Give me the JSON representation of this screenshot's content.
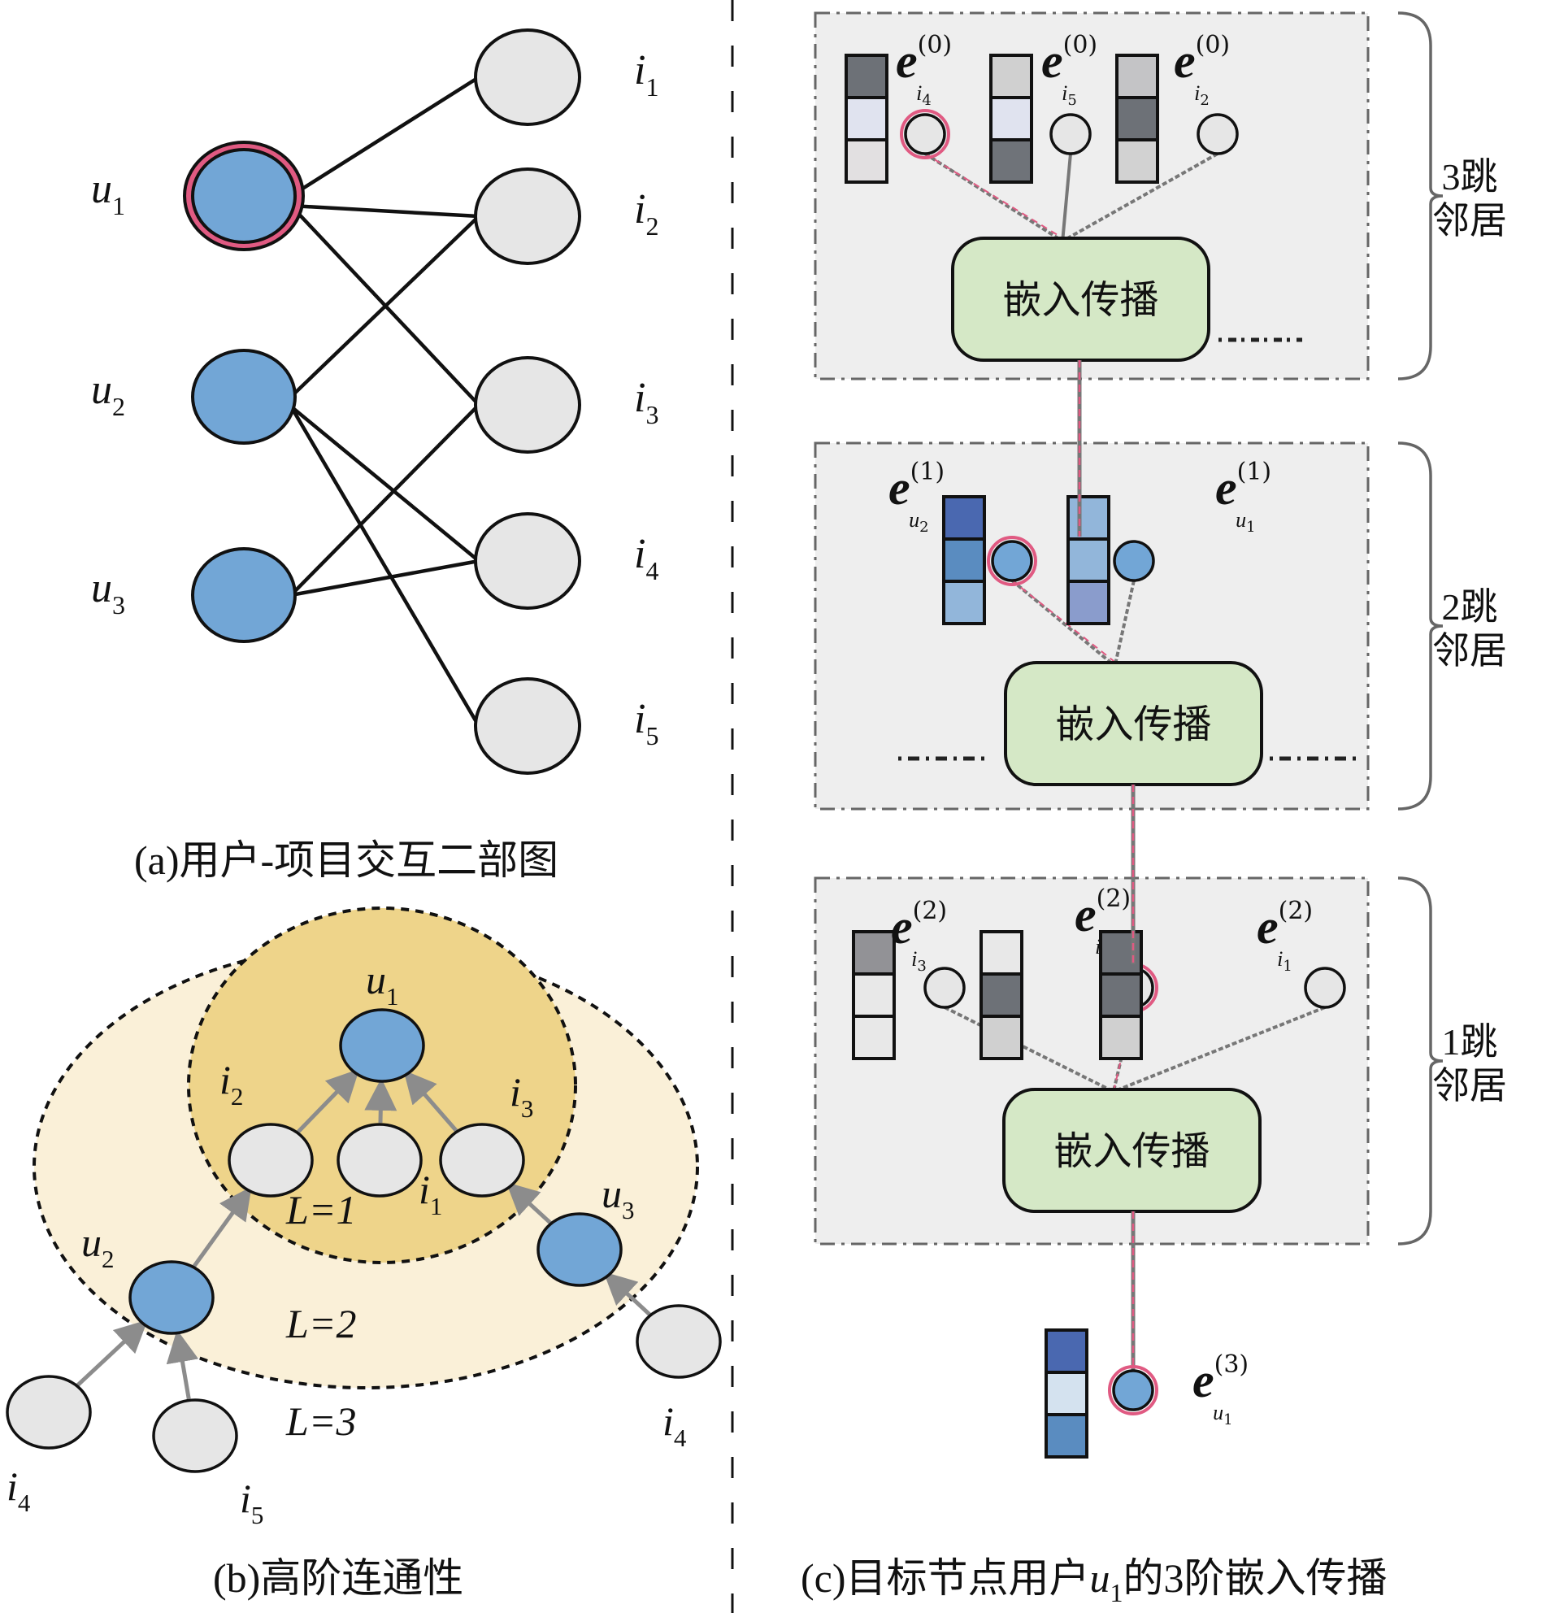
{
  "panel_a": {
    "caption": "(a)用户-项目交互二部图",
    "users": [
      {
        "id": "u1",
        "base": "u",
        "sub": "1",
        "highlighted": true
      },
      {
        "id": "u2",
        "base": "u",
        "sub": "2",
        "highlighted": false
      },
      {
        "id": "u3",
        "base": "u",
        "sub": "3",
        "highlighted": false
      }
    ],
    "items": [
      {
        "id": "i1",
        "base": "i",
        "sub": "1"
      },
      {
        "id": "i2",
        "base": "i",
        "sub": "2"
      },
      {
        "id": "i3",
        "base": "i",
        "sub": "3"
      },
      {
        "id": "i4",
        "base": "i",
        "sub": "4"
      },
      {
        "id": "i5",
        "base": "i",
        "sub": "5"
      }
    ],
    "edges": [
      [
        "u1",
        "i1"
      ],
      [
        "u1",
        "i2"
      ],
      [
        "u1",
        "i3"
      ],
      [
        "u2",
        "i2"
      ],
      [
        "u2",
        "i4"
      ],
      [
        "u2",
        "i5"
      ],
      [
        "u3",
        "i3"
      ],
      [
        "u3",
        "i4"
      ]
    ]
  },
  "panel_b": {
    "caption": "(b)高阶连通性",
    "layers": [
      "L=1",
      "L=2",
      "L=3"
    ],
    "nodes": {
      "u1": {
        "base": "u",
        "sub": "1"
      },
      "i2": {
        "base": "i",
        "sub": "2"
      },
      "i1": {
        "base": "i",
        "sub": "1"
      },
      "i3": {
        "base": "i",
        "sub": "3"
      },
      "u2": {
        "base": "u",
        "sub": "2"
      },
      "u3": {
        "base": "u",
        "sub": "3"
      },
      "i4a": {
        "base": "i",
        "sub": "4"
      },
      "i5": {
        "base": "i",
        "sub": "5"
      },
      "i4b": {
        "base": "i",
        "sub": "4"
      }
    }
  },
  "panel_c": {
    "caption_prefix": "(c)目标节点用户",
    "caption_var": "u",
    "caption_sub": "1",
    "caption_suffix": "的3阶嵌入传播",
    "propagation_label": "嵌入传播",
    "hops": [
      {
        "num": "3",
        "label_line1": "3跳",
        "label_line2": "邻居",
        "embeddings": [
          {
            "sup": "(0)",
            "sub_base": "i",
            "sub": "4",
            "highlighted": true
          },
          {
            "sup": "(0)",
            "sub_base": "i",
            "sub": "5",
            "highlighted": false
          },
          {
            "sup": "(0)",
            "sub_base": "i",
            "sub": "2",
            "highlighted": false
          }
        ]
      },
      {
        "num": "2",
        "label_line1": "2跳",
        "label_line2": "邻居",
        "embeddings": [
          {
            "sup": "(1)",
            "sub_base": "u",
            "sub": "2",
            "highlighted": true
          },
          {
            "sup": "(1)",
            "sub_base": "u",
            "sub": "1",
            "highlighted": false
          }
        ]
      },
      {
        "num": "1",
        "label_line1": "1跳",
        "label_line2": "邻居",
        "embeddings": [
          {
            "sup": "(2)",
            "sub_base": "i",
            "sub": "3",
            "highlighted": false
          },
          {
            "sup": "(2)",
            "sub_base": "i",
            "sub": "2",
            "highlighted": true
          },
          {
            "sup": "(2)",
            "sub_base": "i",
            "sub": "1",
            "highlighted": false
          }
        ]
      }
    ],
    "output": {
      "sup": "(3)",
      "sub_base": "u",
      "sub": "1"
    }
  },
  "colors": {
    "user_fill": "#72a6d6",
    "item_fill": "#e6e6e6",
    "highlight_ring": "#e05a82",
    "box_fill": "#eeeeee",
    "prop_fill": "#d5e8c6",
    "layer1_fill": "#eed48a",
    "layer2_fill": "#faf0d8",
    "arrow_gray": "#8c8c8c"
  }
}
